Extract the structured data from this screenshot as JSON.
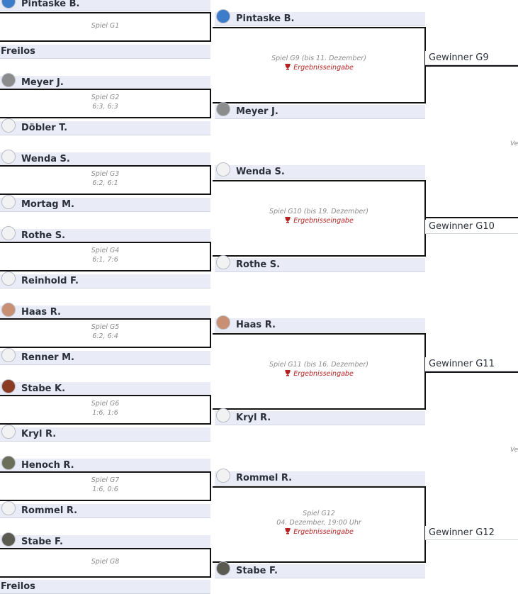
{
  "round1": [
    {
      "top": "Pintaske B.",
      "bottom": "Freilos",
      "game": "Spiel G1",
      "score": ""
    },
    {
      "top": "Meyer J.",
      "bottom": "Döbler T.",
      "game": "Spiel G2",
      "score": "6:3, 6:3"
    },
    {
      "top": "Wenda S.",
      "bottom": "Mortag M.",
      "game": "Spiel G3",
      "score": "6:2, 6:1"
    },
    {
      "top": "Rothe S.",
      "bottom": "Reinhold F.",
      "game": "Spiel G4",
      "score": "6:1, 7:6"
    },
    {
      "top": "Haas R.",
      "bottom": "Renner M.",
      "game": "Spiel G5",
      "score": "6:2, 6:4"
    },
    {
      "top": "Stabe K.",
      "bottom": "Kryl R.",
      "game": "Spiel G6",
      "score": "1:6, 1:6"
    },
    {
      "top": "Henoch R.",
      "bottom": "Rommel R.",
      "game": "Spiel G7",
      "score": "1:6, 0:6"
    },
    {
      "top": "Stabe F.",
      "bottom": "Freilos",
      "game": "Spiel G8",
      "score": ""
    }
  ],
  "round2": [
    {
      "top": "Pintaske B.",
      "bottom": "Meyer J.",
      "game": "Spiel G9 (bis 11. Dezember)",
      "date": "",
      "result": "Ergebnisseingabe",
      "winner": "Gewinner G9"
    },
    {
      "top": "Wenda S.",
      "bottom": "Rothe S.",
      "game": "Spiel G10 (bis 19. Dezember)",
      "date": "",
      "result": "Ergebnisseingabe",
      "winner": "Gewinner G10"
    },
    {
      "top": "Haas R.",
      "bottom": "Kryl R.",
      "game": "Spiel G11 (bis 16. Dezember)",
      "date": "",
      "result": "Ergebnisseingabe",
      "winner": "Gewinner G11"
    },
    {
      "top": "Rommel R.",
      "bottom": "Stabe F.",
      "game": "Spiel G12",
      "date": "04. Dezember, 19:00 Uhr",
      "result": "Ergebnisseingabe",
      "winner": "Gewinner G12"
    }
  ],
  "edge_labels": [
    "Ve",
    "Ve"
  ],
  "colors": {
    "row_bg": "#e9ecf6",
    "line": "#111111",
    "result": "#b52020"
  }
}
